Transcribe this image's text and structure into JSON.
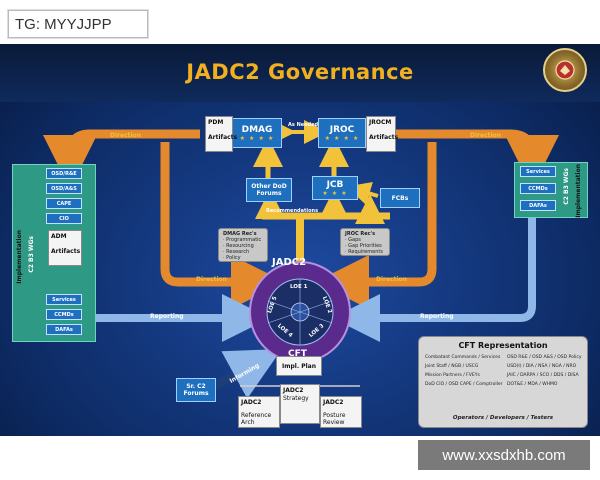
{
  "overlay": {
    "tg_label": "TG: MYYJJPP",
    "watermark": "www.xxsdxhb.com"
  },
  "slide": {
    "title": "JADC2 Governance",
    "center": {
      "name": "JADC2",
      "cft": "CFT",
      "loes": [
        "LOE 1",
        "LOE 2",
        "LOE 3",
        "LOE 4",
        "LOE 5"
      ]
    },
    "boxes": {
      "dmag": "DMAG",
      "jroc": "JROC",
      "jcb": "JCB",
      "fcbs": "FCBs",
      "other_dod": "Other DoD Forums",
      "sr_c2": "Sr. C2 Forums"
    },
    "stars": "★ ★ ★ ★",
    "stars3": "★ ★ ★",
    "papers": {
      "pdm": "PDM",
      "artifacts": "Artifacts",
      "jrocm": "JROCM",
      "adm": "ADM",
      "impl_plan": "Impl. Plan",
      "doc1": "JADC2",
      "doc1_sub": "Reference Arch",
      "doc2": "JADC2",
      "doc2_sub": "Strategy",
      "doc3": "JADC2",
      "doc3_sub": "Posture Review"
    },
    "labels": {
      "direction": "Direction",
      "reporting": "Reporting",
      "recommendations": "Recommendations",
      "as_needed": "As Needed",
      "informing": "Informing"
    },
    "dmag_roles": [
      "DMAG Rec's",
      "· Programmatic",
      "· Resourcing",
      "· Research",
      "· Policy"
    ],
    "jroc_roles": [
      "JROC Rec's",
      "· Gaps",
      "· Gap Priorities",
      "· Requirements"
    ],
    "left_side": {
      "vertical": "Implementation",
      "wg_label": "C2 B3 WGs",
      "top_items": [
        "OSD/R&E",
        "OSD/A&S",
        "CAPE",
        "CIO"
      ],
      "bottom_items": [
        "Services",
        "CCMDs",
        "DAFAs"
      ]
    },
    "right_side": {
      "vertical": "Implementation",
      "wg_label": "C2 B3 WGs",
      "items": [
        "Services",
        "CCMDs",
        "DAFAs"
      ]
    },
    "cft": {
      "title": "CFT Representation",
      "rows": [
        [
          "Combatant Commands / Services",
          "OSD R&E / OSD A&S / OSD Policy"
        ],
        [
          "Joint Staff / NGB / USCG",
          "USD(I) / DIA / NSA / NGA / NRO"
        ],
        [
          "Mission Partners / FVEYs",
          "JAIC / DARPA / SCO / DDS / DISA"
        ],
        [
          "DoD CIO / OSD CAPE / Comptroller",
          "DOT&E / MDA / WHMO"
        ]
      ],
      "footer": "Operators / Developers / Testers"
    },
    "colors": {
      "arrow_orange": "#e58a2c",
      "arrow_blue": "#8fb8e8",
      "ring_purple": "#5a2a8c",
      "box_blue": "#1f6fbf",
      "panel_teal": "#2e9a86",
      "title_gold": "#f0b020"
    }
  }
}
